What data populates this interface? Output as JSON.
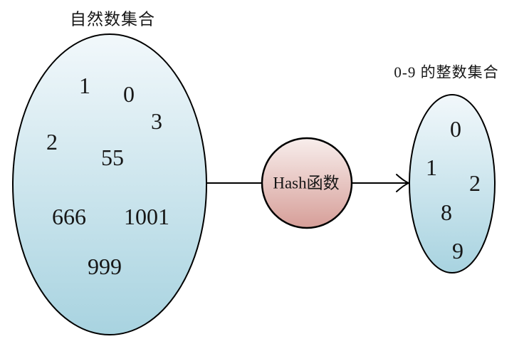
{
  "diagram": {
    "left_set": {
      "label": "自然数集合",
      "numbers": [
        "1",
        "0",
        "3",
        "2",
        "55",
        "666",
        "1001",
        "999"
      ]
    },
    "hash_node": {
      "label": "Hash函数"
    },
    "right_set": {
      "label": "0-9 的整数集合",
      "numbers": [
        "0",
        "1",
        "2",
        "8",
        "9"
      ]
    },
    "colors": {
      "set_fill_top": "#f2f8fb",
      "set_fill_bottom": "#a8d3e0",
      "hash_fill_top": "#f8eeec",
      "hash_fill_bottom": "#d69e98",
      "outline": "#000000",
      "background": "#ffffff"
    }
  }
}
